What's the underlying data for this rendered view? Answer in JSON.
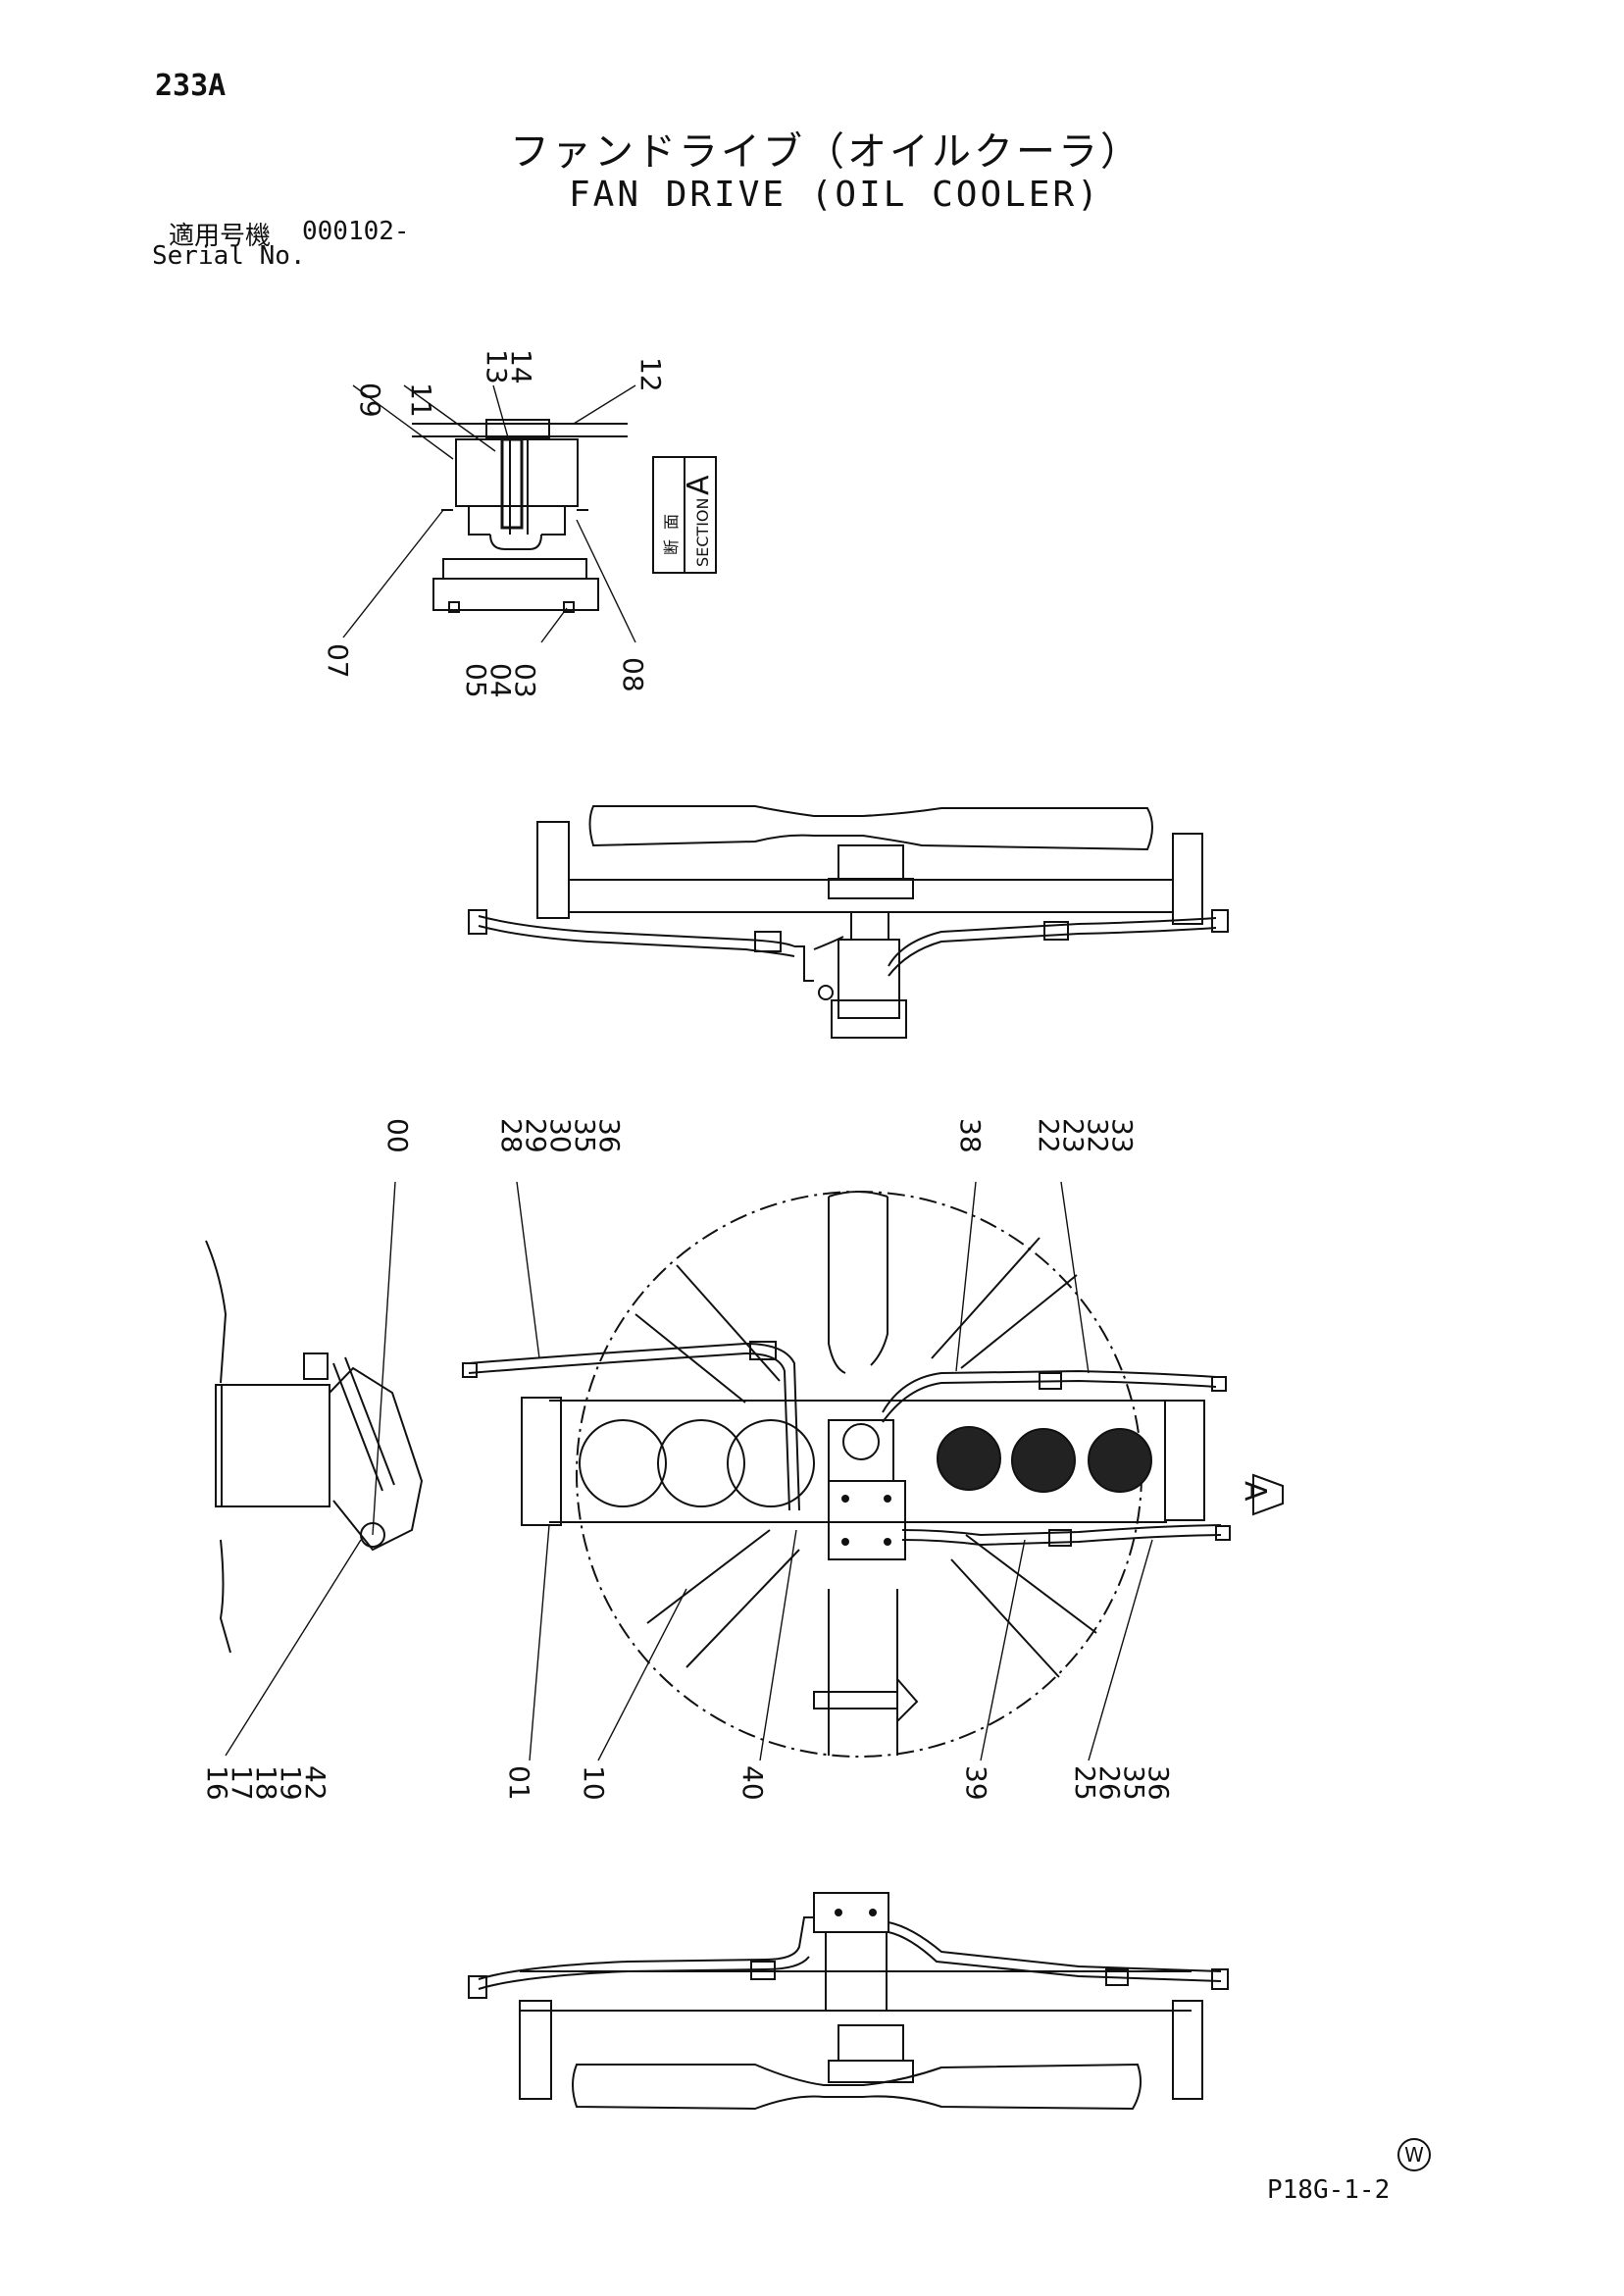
{
  "page_code": "233A",
  "title_jp": "ファンドライブ（オイルクーラ）",
  "title_en": "FAN DRIVE (OIL COOLER)",
  "serial_label_jp": "適用号機",
  "serial_value": "000102-",
  "serial_label_en": "Serial No.",
  "section_jp_1": "断",
  "section_jp_2": "面",
  "section_en": "SECTION",
  "section_letter": "A",
  "view_arrow_letter": "A",
  "w_mark": "W",
  "doc_code": "P18G-1-2",
  "callouts": {
    "c09": "09",
    "c11": "11",
    "c13": "13",
    "c14": "14",
    "c12": "12",
    "c07": "07",
    "c05": "05",
    "c04": "04",
    "c03": "03",
    "c08": "08",
    "c00": "00",
    "c28": "28",
    "c29": "29",
    "c30": "30",
    "c35a": "35",
    "c36a": "36",
    "c38": "38",
    "c22": "22",
    "c23": "23",
    "c32": "32",
    "c33": "33",
    "c16": "16",
    "c17": "17",
    "c18": "18",
    "c19": "19",
    "c42": "42",
    "c01": "01",
    "c10": "10",
    "c40": "40",
    "c39": "39",
    "c25": "25",
    "c26": "26",
    "c35b": "35",
    "c36b": "36"
  }
}
